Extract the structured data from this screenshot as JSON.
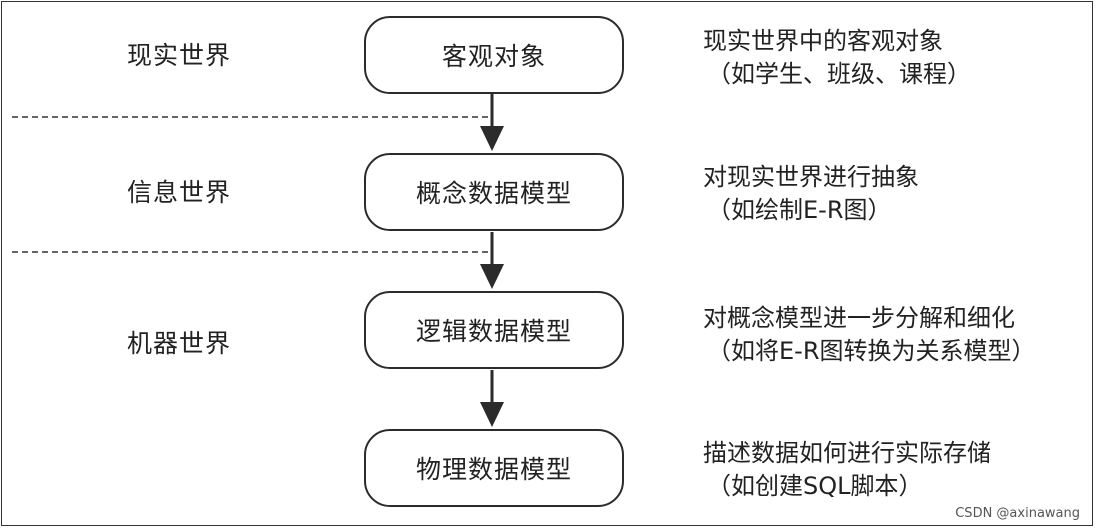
{
  "worlds": [
    {
      "label": "现实世界"
    },
    {
      "label": "信息世界"
    },
    {
      "label": "机器世界"
    }
  ],
  "nodes": [
    {
      "label": "客观对象"
    },
    {
      "label": "概念数据模型"
    },
    {
      "label": "逻辑数据模型"
    },
    {
      "label": "物理数据模型"
    }
  ],
  "descriptions": [
    {
      "line1": "现实世界中的客观对象",
      "line2": "（如学生、班级、课程）"
    },
    {
      "line1": "对现实世界进行抽象",
      "line2": "（如绘制E-R图）"
    },
    {
      "line1": "对概念模型进一步分解和细化",
      "line2": "（如将E-R图转换为关系模型）"
    },
    {
      "line1": "描述数据如何进行实际存储",
      "line2": "（如创建SQL脚本）"
    }
  ],
  "watermark": "CSDN @axinawang"
}
